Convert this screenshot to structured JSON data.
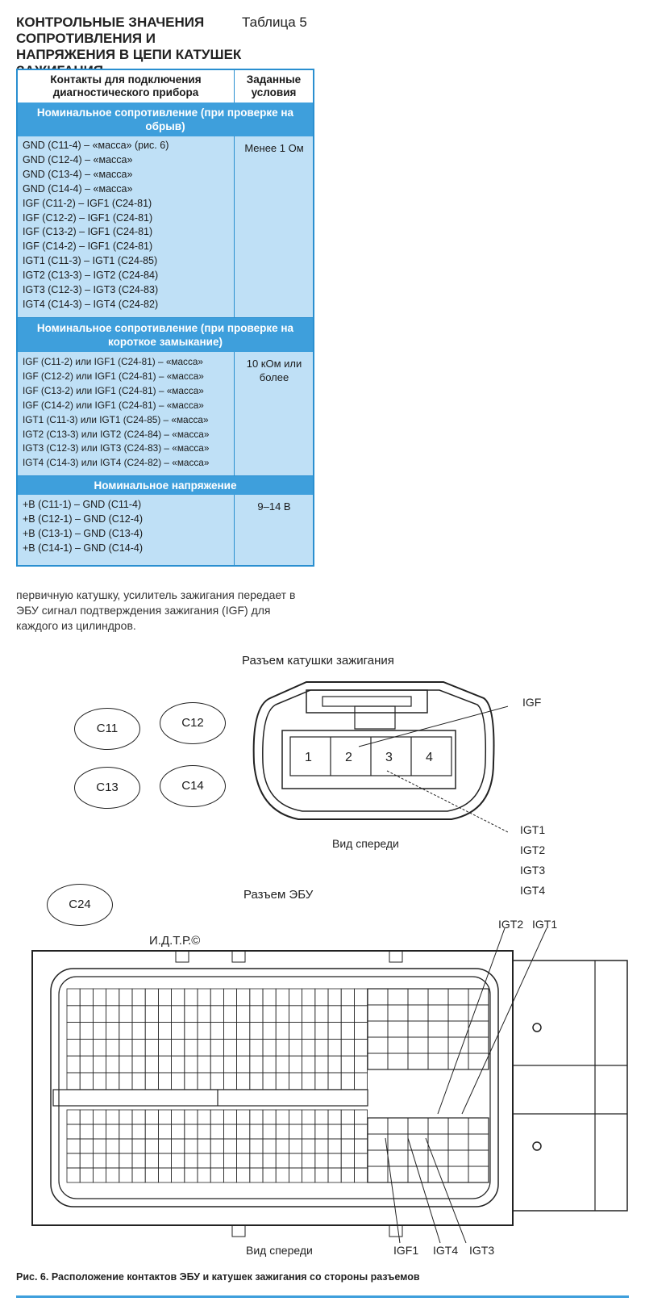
{
  "header": {
    "title": "КОНТРОЛЬНЫЕ ЗНАЧЕНИЯ СОПРОТИВЛЕНИЯ И НАПРЯЖЕНИЯ В ЦЕПИ КАТУШЕК ЗАЖИГАНИЯ",
    "table_number": "Таблица 5"
  },
  "table": {
    "col1_header": "Контакты для подключения диагностического прибора",
    "col2_header": "Заданные условия",
    "sections": [
      {
        "title": "Номинальное сопротивление (при проверке на обрыв)",
        "rows": [
          "GND (C11-4) – «масса» (рис. 6)",
          "GND (C12-4) – «масса»",
          "GND (C13-4) – «масса»",
          "GND (C14-4) – «масса»",
          "IGF (C11-2) – IGF1 (C24-81)",
          "IGF (C12-2) – IGF1 (C24-81)",
          "IGF (C13-2) – IGF1 (C24-81)",
          "IGF (C14-2) – IGF1 (C24-81)",
          "IGT1 (C11-3) – IGT1 (C24-85)",
          "IGT2 (C13-3) – IGT2 (C24-84)",
          "IGT3 (C12-3) – IGT3 (C24-83)",
          "IGT4 (C14-3) – IGT4 (C24-82)"
        ],
        "condition": "Менее 1 Ом"
      },
      {
        "title": "Номинальное сопротивление (при проверке на короткое замыкание)",
        "rows": [
          "IGF (C11-2) или IGF1 (C24-81) – «масса»",
          "IGF (C12-2) или IGF1 (C24-81) – «масса»",
          "IGF (C13-2) или IGF1 (C24-81) – «масса»",
          "IGF (C14-2) или IGF1 (C24-81) – «масса»",
          "IGT1 (C11-3) или IGT1 (C24-85) – «масса»",
          "IGT2 (C13-3) или IGT2 (C24-84) – «масса»",
          "IGT3 (C12-3) или IGT3 (C24-83) – «масса»",
          "IGT4 (C14-3) или IGT4 (C24-82) – «масса»"
        ],
        "condition": "10 кОм или более"
      },
      {
        "title": "Номинальное напряжение",
        "rows": [
          "+B (C11-1) – GND (C11-4)",
          "+B (C12-1) – GND (C12-4)",
          "+B (C13-1) – GND (C13-4)",
          "+B (C14-1) – GND (C14-4)"
        ],
        "condition": "9–14 В"
      }
    ]
  },
  "paragraph": "первичную катушку, усилитель зажигания передает в ЭБУ сигнал подтверждения зажигания (IGF) для каждого из цилиндров.",
  "figure": {
    "coil_connector_title": "Разъем катушки зажигания",
    "connectors": [
      "C11",
      "C12",
      "C13",
      "C14"
    ],
    "pins": [
      "1",
      "2",
      "3",
      "4"
    ],
    "igf_label": "IGF",
    "igt_labels": [
      "IGT1",
      "IGT2",
      "IGT3",
      "IGT4"
    ],
    "front_view_1": "Вид спереди",
    "ecu_connector_title": "Разъем ЭБУ",
    "ecu_connector": "C24",
    "watermark": "И.Д.Т.Р.©",
    "ecu_top_labels": [
      "IGT2",
      "IGT1"
    ],
    "ecu_bottom_labels": [
      "IGF1",
      "IGT4",
      "IGT3"
    ],
    "front_view_2": "Вид спереди"
  },
  "caption": "Рис. 6. Расположение контактов ЭБУ и катушек зажигания со стороны разъемов"
}
